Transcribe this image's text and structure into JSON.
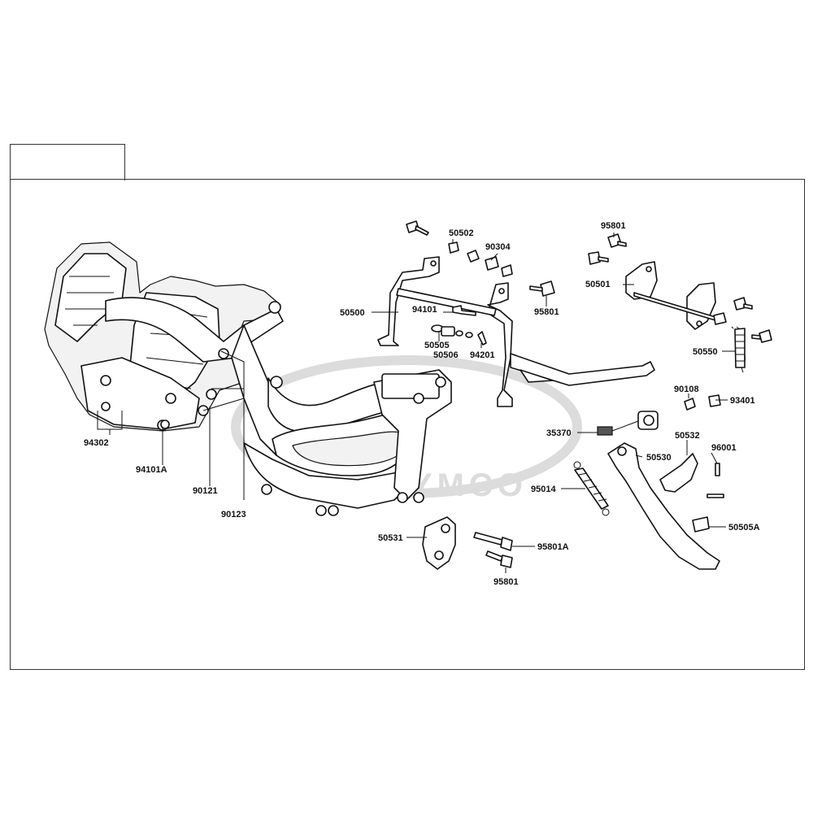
{
  "watermark": {
    "text": "KYMCO"
  },
  "parts": {
    "p50502": "50502",
    "p90304": "90304",
    "p95801_top": "95801",
    "p50501": "50501",
    "p50500": "50500",
    "p94101": "94101",
    "p95801_mid": "95801",
    "p50505": "50505",
    "p50506": "50506",
    "p94201": "94201",
    "p50550": "50550",
    "p90108": "90108",
    "p93401": "93401",
    "p35370": "35370",
    "p50532": "50532",
    "p50530": "50530",
    "p96001": "96001",
    "p95014": "95014",
    "p50505A": "50505A",
    "p50531": "50531",
    "p95801A": "95801A",
    "p95801_bot": "95801",
    "p94302": "94302",
    "p94101A": "94101A",
    "p90121": "90121",
    "p90123": "90123"
  }
}
